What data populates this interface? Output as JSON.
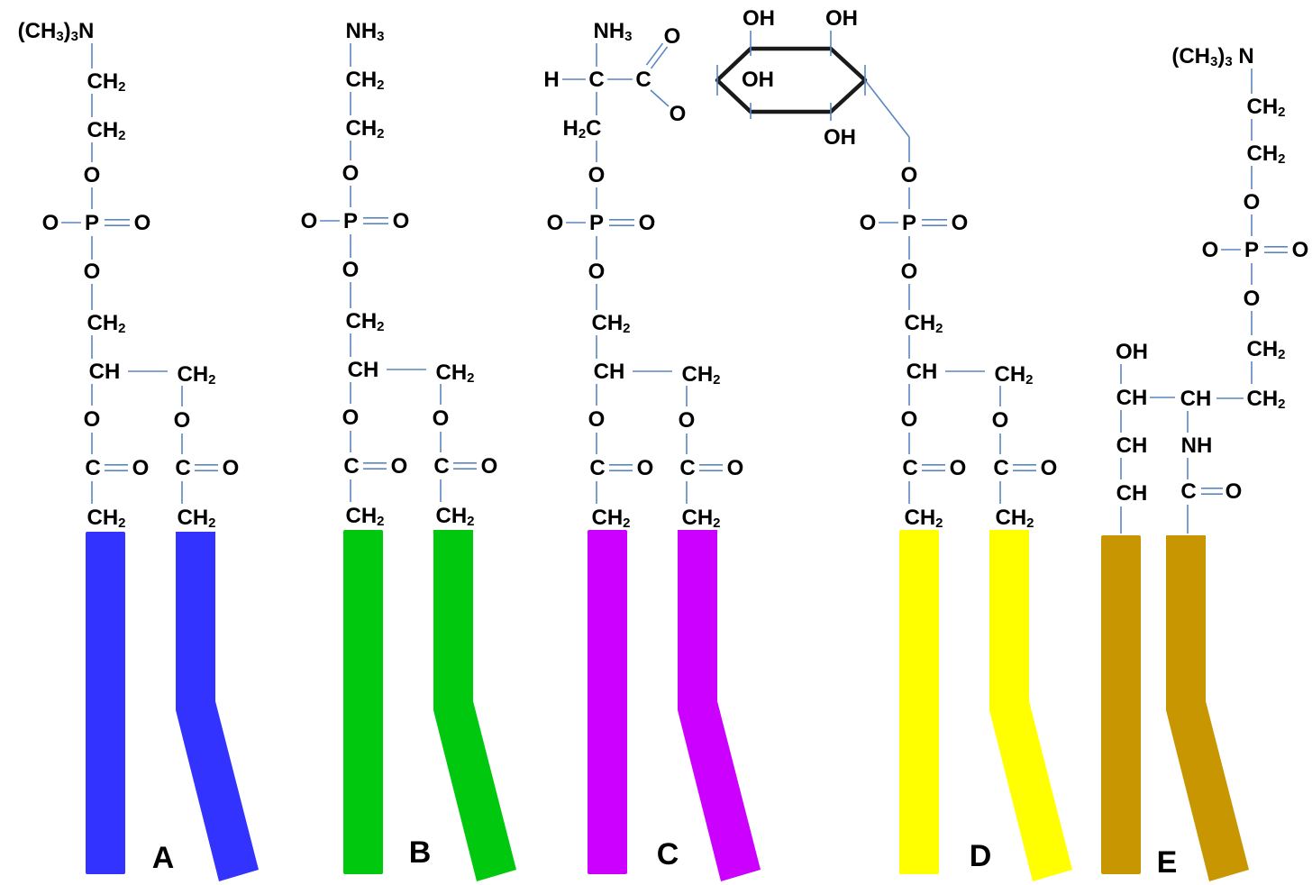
{
  "labels": {
    "trimethylammonium": [
      "(CH",
      "3",
      ")",
      "3",
      "N"
    ],
    "trimethylammonium_spaced": [
      "(CH",
      "3",
      ")",
      "3",
      " N"
    ],
    "amino": [
      "NH",
      "3"
    ],
    "methylene": [
      "CH",
      "2"
    ],
    "methylene_h2c": [
      "H",
      "2",
      "C"
    ],
    "methine": "CH",
    "oxygen": "O",
    "phosphorus": "P",
    "carbon": "C",
    "hydrogen": "H",
    "hydroxyl": "OH",
    "imine": "NH"
  },
  "molecules": [
    {
      "letter": "A",
      "color": "#3333ff"
    },
    {
      "letter": "B",
      "color": "#00c80f"
    },
    {
      "letter": "C",
      "color": "#cc00ff"
    },
    {
      "letter": "D",
      "color": "#ffff00"
    },
    {
      "letter": "E",
      "color": "#c89600"
    }
  ]
}
